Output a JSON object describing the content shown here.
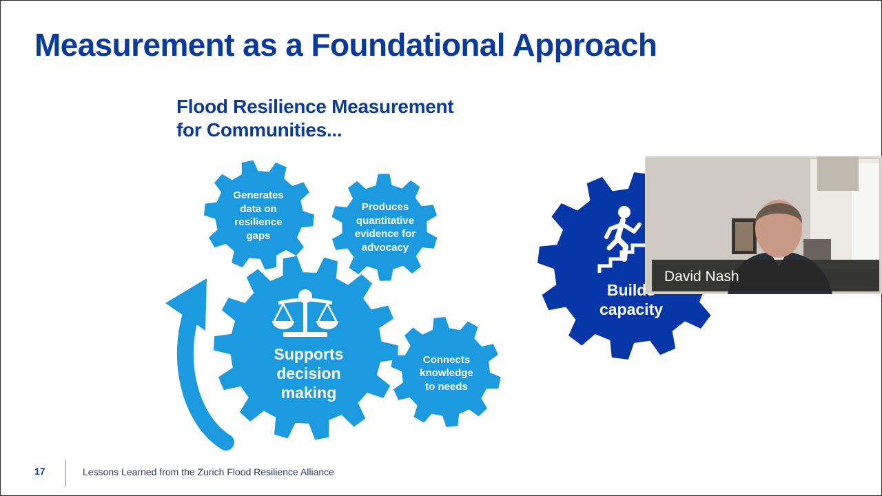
{
  "slide": {
    "title": "Measurement as a Foundational Approach",
    "subtitle_line1": "Flood Resilience Measurement",
    "subtitle_line2": "for Communities...",
    "footer": {
      "page_number": "17",
      "caption": "Lessons Learned from the Zurich Flood Resilience Alliance"
    }
  },
  "gears": {
    "generates": [
      "Generates",
      "data on",
      "resilience",
      "gaps"
    ],
    "produces": [
      "Produces",
      "quantitative",
      "evidence for",
      "advocacy"
    ],
    "supports": [
      "Supports",
      "decision",
      "making"
    ],
    "connects": [
      "Connects",
      "knowledge",
      "to needs"
    ],
    "builds": [
      "Builds",
      "capacity"
    ]
  },
  "video": {
    "participant_name": "David Nash"
  },
  "colors": {
    "title_blue": "#0a3a9a",
    "gear_light_blue": "#1b9ae0",
    "gear_dark_blue": "#0636a8"
  }
}
